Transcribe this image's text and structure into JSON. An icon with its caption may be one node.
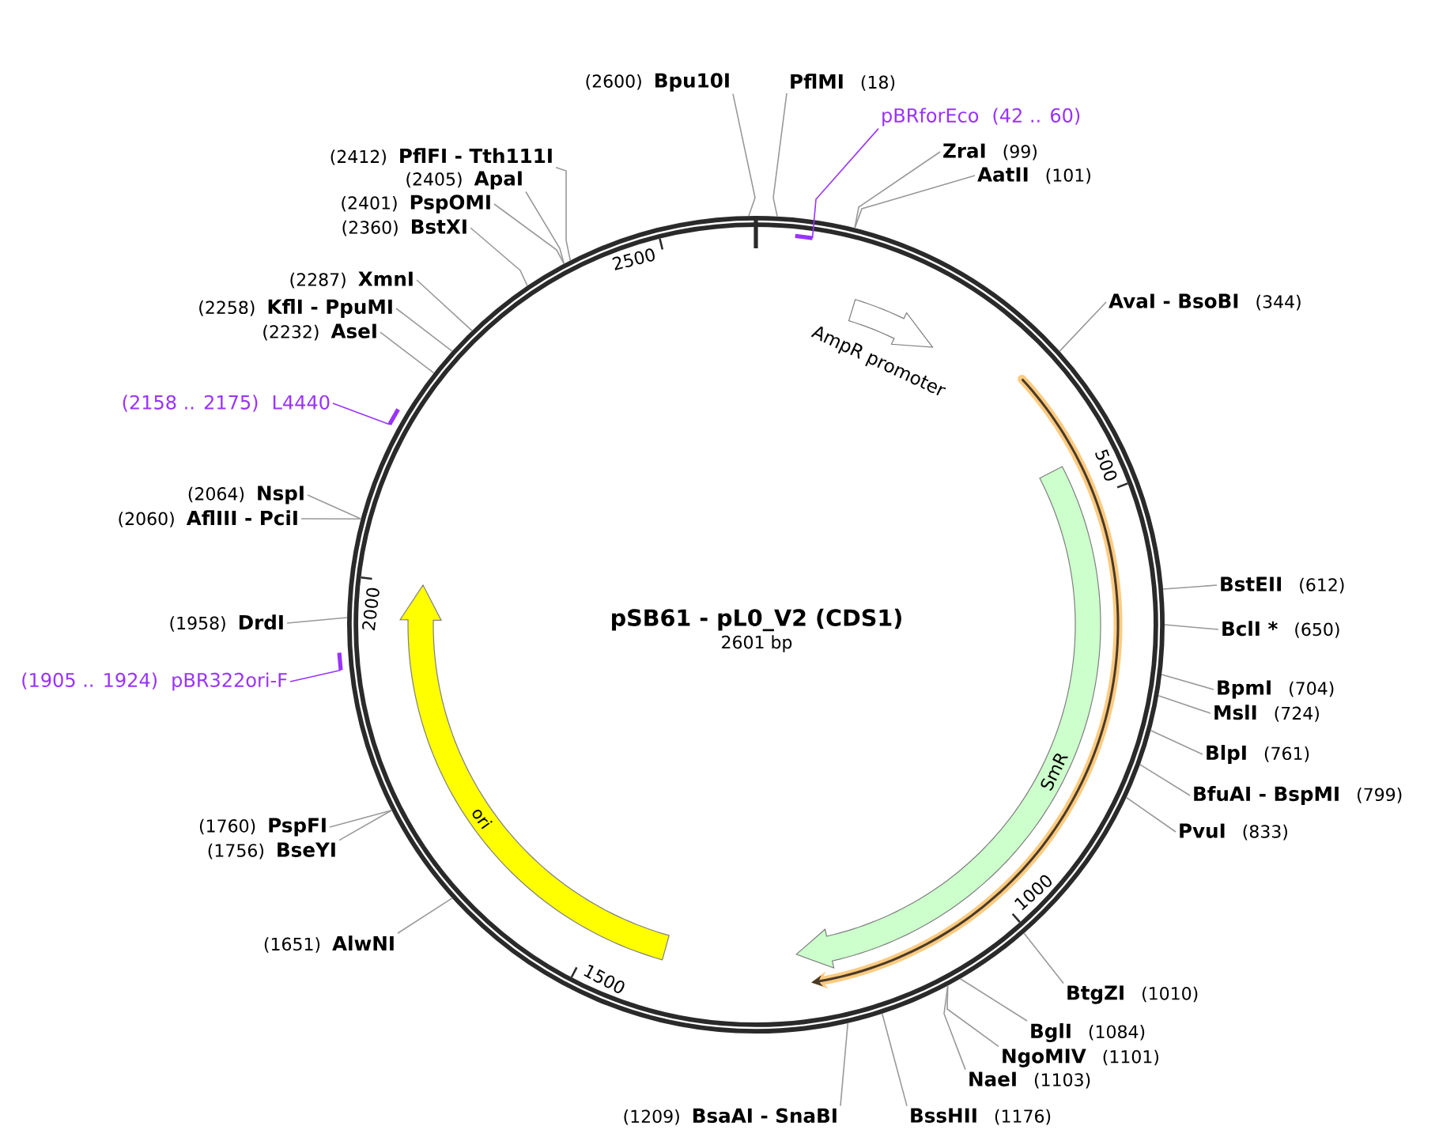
{
  "diagram": {
    "title": "pSB61 - pL0_V2 (CDS1)",
    "nodes": [
      {
        "text": [],
        "shape": "circle"
      },
      {
        "text": [
          "AmpR promoter"
        ],
        "in": 0
      },
      {
        "text": [],
        "shape": "arrow",
        "in": 0
      },
      {
        "text": [
          "SmR"
        ],
        "in": 0
      },
      {
        "text": [
          "ori"
        ],
        "in": 0
      },
      {
        "text": [
          "PflMI",
          "(18)"
        ]
      },
      {
        "text": [
          "pBRforEco",
          "(42 .. 60)"
        ]
      },
      {
        "text": [],
        "shape": "bar",
        "in": 0
      },
      {
        "text": [
          "ZraI",
          "(99)"
        ]
      },
      {
        "text": [
          "AatII",
          "(101)"
        ]
      },
      {
        "text": [
          "AvaI - BsoBI",
          "(344)"
        ]
      },
      {
        "text": [
          "BstEII",
          "(612)"
        ]
      },
      {
        "text": [
          "BclI *",
          "(650)"
        ]
      },
      {
        "text": [
          "BpmI",
          "(704)"
        ]
      },
      {
        "text": [
          "MslI",
          "(724)"
        ]
      },
      {
        "text": [
          "BlpI",
          "(761)"
        ]
      },
      {
        "text": [
          "BfuAI - BspMI",
          "(799)"
        ]
      },
      {
        "text": [
          "PvuI",
          "(833)"
        ]
      },
      {
        "text": [
          "BtgZI",
          "(1010)"
        ]
      },
      {
        "text": [
          "BglI",
          "(1084)"
        ]
      },
      {
        "text": [
          "NgoMIV",
          "(1101)"
        ]
      },
      {
        "text": [
          "NaeI",
          "(1103)"
        ]
      },
      {
        "text": [
          "BssHII",
          "(1176)"
        ]
      },
      {
        "text": [
          "(1209)",
          "BsaAI - SnaBI"
        ]
      },
      {
        "text": [
          "(1651)",
          "AlwNI"
        ]
      },
      {
        "text": [
          "(1760)",
          "PspFI"
        ]
      },
      {
        "text": [
          "(1756)",
          "BseYI"
        ]
      },
      {
        "text": [
          "(1905 .. 1924)",
          "pBR322ori-F"
        ]
      },
      {
        "text": [],
        "shape": "bar"
      },
      {
        "text": [
          "(1958)",
          "DrdI"
        ]
      },
      {
        "text": [
          "(2060)",
          "AflIII - PciI"
        ]
      },
      {
        "text": [
          "(2064)",
          "NspI"
        ]
      },
      {
        "text": [
          "(2158 .. 2175)",
          "L4440"
        ]
      },
      {
        "text": [],
        "shape": "bar"
      },
      {
        "text": [
          "(2232)",
          "AseI"
        ]
      },
      {
        "text": [
          "(2258)",
          "KflI - PpuMI"
        ]
      },
      {
        "text": [
          "(2287)",
          "XmnI"
        ]
      },
      {
        "text": [
          "(2360)",
          "BstXI"
        ]
      },
      {
        "text": [
          "(2401)",
          "PspOMI"
        ]
      },
      {
        "text": [
          "(2405)",
          "ApaI"
        ]
      },
      {
        "text": [
          "(2412)",
          "PflFI - Tth111I"
        ]
      },
      {
        "text": [
          "(2600)",
          "Bpu10I"
        ]
      }
    ],
    "edges": [
      {
        "from": 5,
        "to": 0,
        "arrow": "none"
      },
      {
        "from": 6,
        "to": 7,
        "arrow": "none",
        "color": "#9933ff"
      },
      {
        "from": 8,
        "to": 0,
        "arrow": "none"
      },
      {
        "from": 9,
        "to": 0,
        "arrow": "none"
      },
      {
        "from": 10,
        "to": 0,
        "arrow": "none"
      },
      {
        "from": 11,
        "to": 0,
        "arrow": "none"
      },
      {
        "from": 12,
        "to": 0,
        "arrow": "none"
      },
      {
        "from": 13,
        "to": 0,
        "arrow": "none"
      },
      {
        "from": 14,
        "to": 0,
        "arrow": "none"
      },
      {
        "from": 15,
        "to": 0,
        "arrow": "none"
      },
      {
        "from": 16,
        "to": 0,
        "arrow": "none"
      },
      {
        "from": 17,
        "to": 0,
        "arrow": "none"
      },
      {
        "from": 18,
        "to": 0,
        "arrow": "none"
      },
      {
        "from": 19,
        "to": 0,
        "arrow": "none"
      },
      {
        "from": 20,
        "to": 0,
        "arrow": "none"
      },
      {
        "from": 21,
        "to": 0,
        "arrow": "none"
      },
      {
        "from": 22,
        "to": 0,
        "arrow": "none"
      },
      {
        "from": 23,
        "to": 0,
        "arrow": "none"
      },
      {
        "from": 24,
        "to": 0,
        "arrow": "none"
      },
      {
        "from": 25,
        "to": 0,
        "arrow": "none"
      },
      {
        "from": 26,
        "to": 0,
        "arrow": "none"
      },
      {
        "from": 27,
        "to": 28,
        "arrow": "none",
        "color": "#9933ff"
      },
      {
        "from": 29,
        "to": 0,
        "arrow": "none"
      },
      {
        "from": 30,
        "to": 0,
        "arrow": "none"
      },
      {
        "from": 31,
        "to": 0,
        "arrow": "none"
      },
      {
        "from": 32,
        "to": 33,
        "arrow": "none",
        "color": "#9933ff"
      },
      {
        "from": 34,
        "to": 0,
        "arrow": "none"
      },
      {
        "from": 35,
        "to": 0,
        "arrow": "none"
      },
      {
        "from": 36,
        "to": 0,
        "arrow": "none"
      },
      {
        "from": 37,
        "to": 0,
        "arrow": "none"
      },
      {
        "from": 38,
        "to": 0,
        "arrow": "none"
      },
      {
        "from": 39,
        "to": 0,
        "arrow": "none"
      },
      {
        "from": 40,
        "to": 0,
        "arrow": "none"
      },
      {
        "from": 41,
        "to": 0,
        "arrow": "none"
      }
    ],
    "labels": [
      "2601 bp",
      "500",
      "1000",
      "1500",
      "2000",
      "2500"
    ]
  }
}
